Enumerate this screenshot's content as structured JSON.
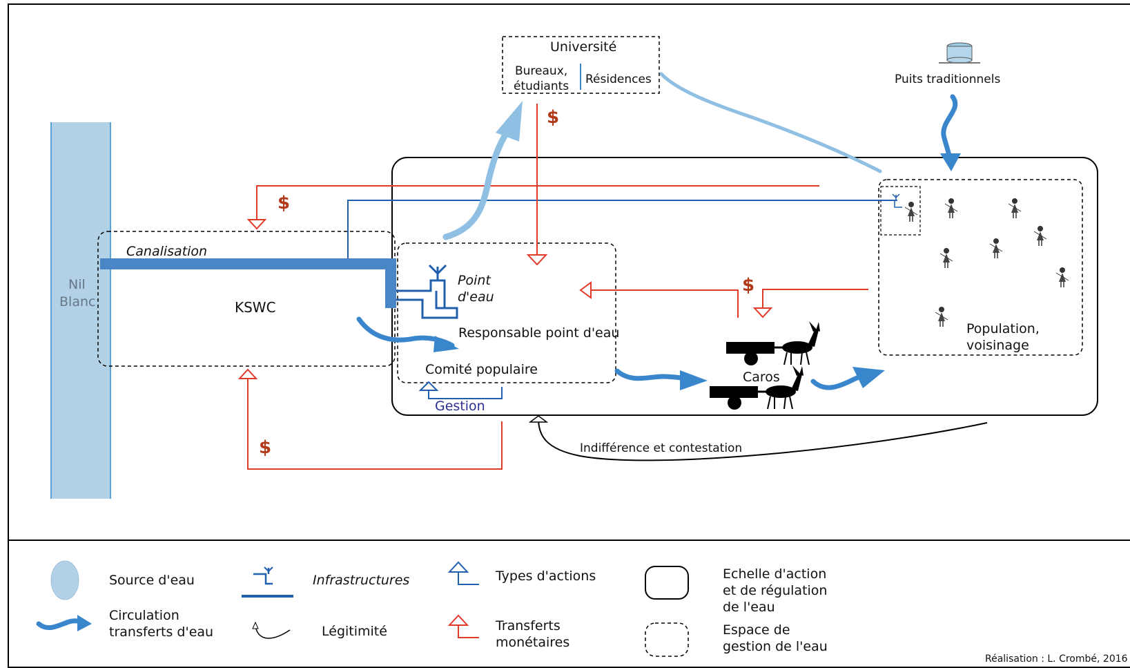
{
  "labels": {
    "universite": "Université",
    "bureaux_line1": "Bureaux,",
    "bureaux_line2": "étudiants",
    "residences": "Résidences",
    "puits": "Puits traditionnels",
    "nil_line1": "Nil",
    "nil_line2": "Blanc",
    "canalisation": "Canalisation",
    "kswc": "KSWC",
    "point_eau_line1": "Point",
    "point_eau_line2": "d'eau",
    "responsable": "Responsable point d'eau",
    "comite": "Comité populaire",
    "gestion": "Gestion",
    "caros": "Caros",
    "population_line1": "Population,",
    "population_line2": "voisinage",
    "indifference": "Indifférence et contestation",
    "dollar": "$"
  },
  "legend": {
    "source": "Source d'eau",
    "circulation_line1": "Circulation",
    "circulation_line2": "transferts d'eau",
    "infrastructures": "Infrastructures",
    "legitimite": "Légitimité",
    "types_actions": "Types d'actions",
    "transferts_line1": "Transferts",
    "transferts_line2": "monétaires",
    "echelle_line1": "Echelle d'action",
    "echelle_line2": "et de régulation",
    "echelle_line3": "de l'eau",
    "espace_line1": "Espace de",
    "espace_line2": "gestion de l'eau"
  },
  "credit": "Réalisation :  L. Crombé, 2016",
  "colors": {
    "river": "#b3d1e6",
    "river_edge": "#5ba3d6",
    "pipe": "#4a86c5",
    "water_arrow": "#3a86cc",
    "water_arrow_light": "#8fbfe3",
    "money": "#e03a2a",
    "action": "#1f5fae",
    "navy_text": "#2b2f8f"
  },
  "icons": [
    "tap-icon",
    "donkey-cart-icon",
    "person-icon",
    "well-icon",
    "water-arrow-icon"
  ]
}
